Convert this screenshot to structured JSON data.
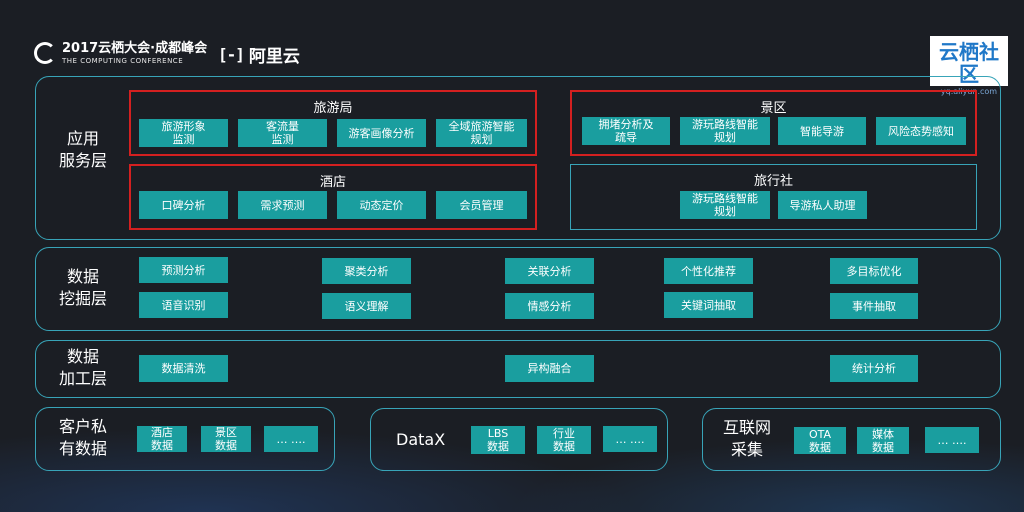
{
  "header": {
    "event_title": "2017云栖大会·成都峰会",
    "event_subtitle": "THE COMPUTING CONFERENCE",
    "aliyun_mark": "[-]",
    "aliyun_text": "阿里云",
    "yq_title": "云栖社区",
    "yq_sub": "yq.aliyun.com"
  },
  "layers": {
    "app": {
      "label": "应用\n服务层",
      "tourism_bureau": {
        "title": "旅游局",
        "items": [
          "旅游形象\n监测",
          "客流量\n监测",
          "游客画像分析",
          "全域旅游智能\n规划"
        ]
      },
      "scenic": {
        "title": "景区",
        "items": [
          "拥堵分析及\n疏导",
          "游玩路线智能\n规划",
          "智能导游",
          "风险态势感知"
        ]
      },
      "hotel": {
        "title": "酒店",
        "items": [
          "口碑分析",
          "需求预测",
          "动态定价",
          "会员管理"
        ]
      },
      "agency": {
        "title": "旅行社",
        "items": [
          "游玩路线智能\n规划",
          "导游私人助理"
        ]
      }
    },
    "mining": {
      "label": "数据\n挖掘层",
      "items": [
        "预测分析",
        "聚类分析",
        "关联分析",
        "个性化推荐",
        "多目标优化",
        "语音识别",
        "语义理解",
        "情感分析",
        "关键词抽取",
        "事件抽取"
      ]
    },
    "processing": {
      "label": "数据\n加工层",
      "items": [
        "数据清洗",
        "异构融合",
        "统计分析"
      ]
    },
    "sources": {
      "private": {
        "label": "客户私\n有数据",
        "items": [
          "酒店\n数据",
          "景区\n数据",
          "… …."
        ]
      },
      "datax": {
        "label": "DataX",
        "items": [
          "LBS\n数据",
          "行业\n数据",
          "… …."
        ]
      },
      "internet": {
        "label": "互联网\n采集",
        "items": [
          "OTA\n数据",
          "媒体\n数据",
          "… …."
        ]
      }
    }
  },
  "colors": {
    "chip": "#1a9e9f",
    "frame": "#38a4b8",
    "highlight": "#d42020",
    "background": "#1b1e24"
  }
}
